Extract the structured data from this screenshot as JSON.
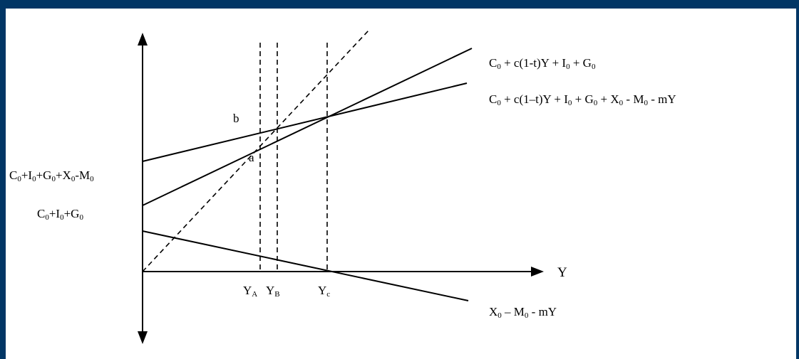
{
  "colors": {
    "frame": "#013665",
    "background": "#ffffff",
    "ink": "#000000"
  },
  "y_axis": {
    "intercept_high": {
      "main": "C",
      "sub": "0",
      "rest": "+I",
      "sub2": "0",
      "rest2": "+G",
      "sub3": "0",
      "rest3": "+X",
      "sub4": "0",
      "rest4": "-M",
      "sub5": "0"
    },
    "intercept_low": {
      "main": "C",
      "sub": "0",
      "rest": "+I",
      "sub2": "0",
      "rest2": "+G",
      "sub3": "0"
    }
  },
  "x_axis": {
    "label": "Y",
    "ticks": {
      "ya_main": "Y",
      "ya_sub": "A",
      "yb_main": "Y",
      "yb_sub": "B",
      "yc_main": "Y",
      "yc_sub": "c"
    }
  },
  "points": {
    "a": "a",
    "b": "b"
  },
  "curves": {
    "closed": {
      "p1": "C",
      "s1": "0",
      "p2": " + c(1-t)Y + I",
      "s2": "0",
      "p3": " + G",
      "s3": "0"
    },
    "open": {
      "p1": "C",
      "s1": "0",
      "p2": " + c(1–t)Y + I",
      "s2": "0",
      "p3": " + G",
      "s3": "0",
      "p4": " + X",
      "s4": "0",
      "p5": " - M",
      "s5": "0",
      "p6": " - mY"
    },
    "net_exports": {
      "p1": "X",
      "s1": "0",
      "p2": " – M",
      "s2": "0",
      "p3": " - mY"
    }
  }
}
